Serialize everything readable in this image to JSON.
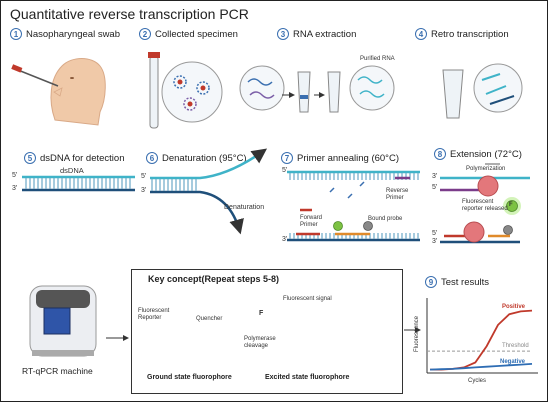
{
  "title": "Quantitative reverse transcription PCR",
  "steps": [
    {
      "num": "1",
      "label": "Nasopharyngeal swab"
    },
    {
      "num": "2",
      "label": "Collected specimen"
    },
    {
      "num": "3",
      "label": "RNA extraction"
    },
    {
      "num": "4",
      "label": "Retro transcription"
    },
    {
      "num": "5",
      "label": "dsDNA for detection"
    },
    {
      "num": "6",
      "label": "Denaturation (95°C)"
    },
    {
      "num": "7",
      "label": "Primer annealing (60°C)"
    },
    {
      "num": "8",
      "label": "Extension (72°C)"
    },
    {
      "num": "9",
      "label": "Test  results"
    }
  ],
  "labels": {
    "purified_rna": "Purified RNA",
    "dsdna": "dsDNA",
    "five_prime": "5'",
    "three_prime": "3'",
    "denaturation": "Denaturation",
    "reverse_primer": "Reverse Primer",
    "forward_primer": "Forward Primer",
    "bound_probe": "Bound probe",
    "polymerization": "Polymerization",
    "fluorescent_released": "Fluorescent reporter released",
    "f": "F",
    "machine": "RT-qPCR machine",
    "key_title": "Key concept(Repeat steps 5-8)",
    "fluorescent_reporter": "Fluorescent Reporter",
    "quencher": "Quencher",
    "fluorescent_signal": "Fluorescent signal",
    "polymerase_cleavage": "Polymerase cleavage",
    "ground_state": "Ground state fluorophore",
    "excited_state": "Excited state fluorophore"
  },
  "colors": {
    "dna_teal": "#3fb3c8",
    "dna_navy": "#1f4f7a",
    "step_blue": "#3a6fb0",
    "probe_orange": "#e08a2a",
    "primer_red": "#c0392b",
    "reporter_green": "#7dc243",
    "positive_red": "#c0392b",
    "negative_blue": "#2e6db4"
  },
  "chart_data": {
    "type": "line",
    "xlabel": "Cycles",
    "ylabel": "Fluorescence",
    "series": [
      {
        "name": "Positive",
        "values": [
          2,
          2,
          3,
          5,
          12,
          35,
          65,
          80,
          84,
          85
        ]
      },
      {
        "name": "Negative",
        "values": [
          2,
          2.5,
          3,
          4,
          5,
          6,
          7,
          8,
          9,
          10
        ]
      }
    ],
    "threshold": {
      "label": "Threshold",
      "value": 28
    },
    "ylim": [
      0,
      100
    ]
  }
}
